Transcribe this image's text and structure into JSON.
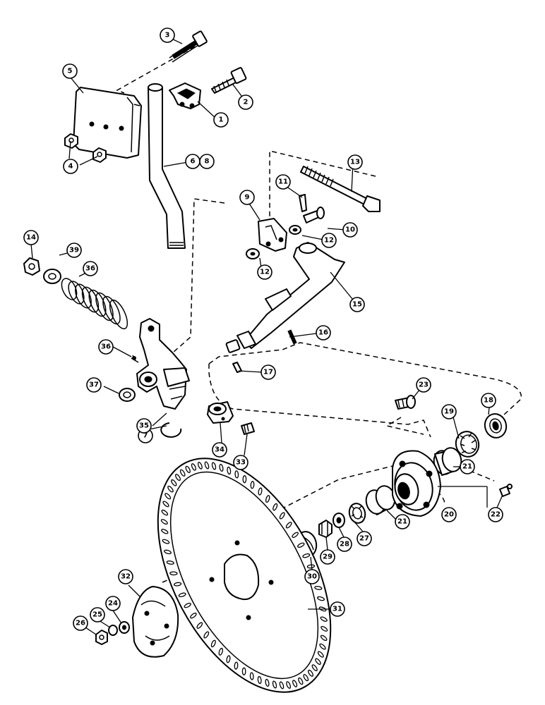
{
  "callouts": [
    {
      "id": "c1",
      "label": "1"
    },
    {
      "id": "c2",
      "label": "2"
    },
    {
      "id": "c3",
      "label": "3"
    },
    {
      "id": "c4",
      "label": "4"
    },
    {
      "id": "c5",
      "label": "5"
    },
    {
      "id": "c6",
      "label": "6"
    },
    {
      "id": "c8",
      "label": "8"
    },
    {
      "id": "c7",
      "label": "7"
    },
    {
      "id": "c9",
      "label": "9"
    },
    {
      "id": "c10",
      "label": "10"
    },
    {
      "id": "c11",
      "label": "11"
    },
    {
      "id": "c12a",
      "label": "12"
    },
    {
      "id": "c12b",
      "label": "12"
    },
    {
      "id": "c13",
      "label": "13"
    },
    {
      "id": "c14",
      "label": "14"
    },
    {
      "id": "c15",
      "label": "15"
    },
    {
      "id": "c16",
      "label": "16"
    },
    {
      "id": "c17",
      "label": "17"
    },
    {
      "id": "c18",
      "label": "18"
    },
    {
      "id": "c19",
      "label": "19"
    },
    {
      "id": "c20",
      "label": "20"
    },
    {
      "id": "c21a",
      "label": "21"
    },
    {
      "id": "c21b",
      "label": "21"
    },
    {
      "id": "c22",
      "label": "22"
    },
    {
      "id": "c23",
      "label": "23"
    },
    {
      "id": "c24",
      "label": "24"
    },
    {
      "id": "c25",
      "label": "25"
    },
    {
      "id": "c26",
      "label": "26"
    },
    {
      "id": "c27",
      "label": "27"
    },
    {
      "id": "c28",
      "label": "28"
    },
    {
      "id": "c29",
      "label": "29"
    },
    {
      "id": "c30",
      "label": "30"
    },
    {
      "id": "c31",
      "label": "31"
    },
    {
      "id": "c32",
      "label": "32"
    },
    {
      "id": "c33",
      "label": "33"
    },
    {
      "id": "c34",
      "label": "34"
    },
    {
      "id": "c35",
      "label": "35"
    },
    {
      "id": "c36a",
      "label": "36"
    },
    {
      "id": "c36b",
      "label": "36"
    },
    {
      "id": "c37",
      "label": "37"
    },
    {
      "id": "c39",
      "label": "39"
    }
  ]
}
